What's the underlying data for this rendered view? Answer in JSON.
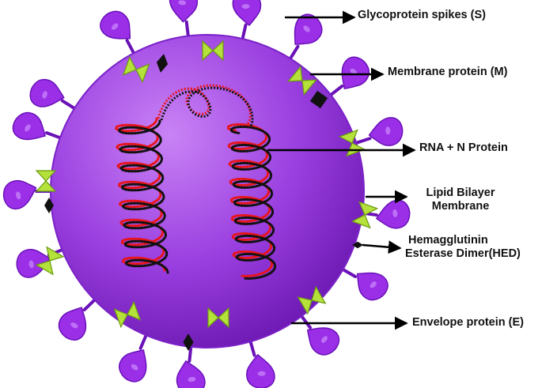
{
  "labels": {
    "spikes": "Glycoprotein spikes (S)",
    "membrane_protein": "Membrane protein (M)",
    "rna": "RNA + N Protein",
    "lipid_line1": "Lipid Bilayer",
    "lipid_line2": "Membrane",
    "hed_line1": "Hemagglutinin",
    "hed_line2": "Esterase Dimer(HED)",
    "envelope": "Envelope protein (E)"
  },
  "colors": {
    "virion_light": "#c07df0",
    "virion_mid": "#9a3fe0",
    "virion_dark": "#6a16b0",
    "spike": "#9b2fe8",
    "spike_edge": "#6a12b8",
    "envelope_protein": "#b5e23a",
    "envelope_edge": "#6a9a12",
    "hed": "#111111",
    "membrane_protein_color": "#111111",
    "rna_red": "#e8141a",
    "rna_black": "#111111"
  },
  "icons": {
    "spike": "teardrop-spike-icon",
    "envelope": "bowtie-icon",
    "hed": "diamond-icon",
    "membrane": "square-icon"
  }
}
